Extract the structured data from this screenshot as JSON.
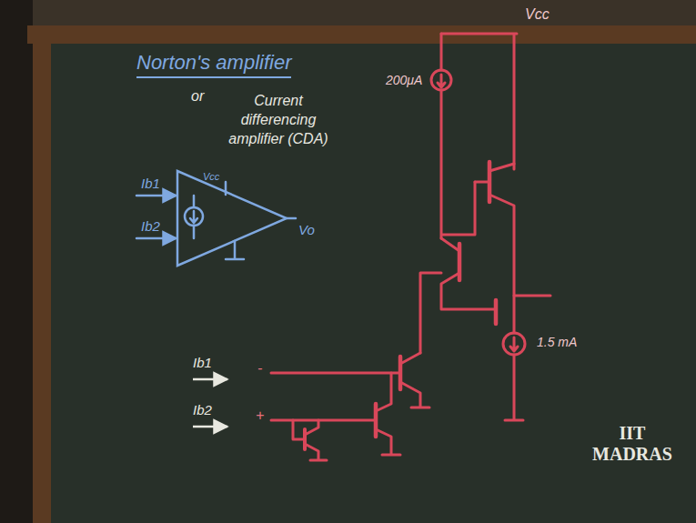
{
  "diagram": {
    "title": "Norton's amplifier",
    "labels": [
      "or",
      "Current differencing amplifier (CDA)",
      "Ib1",
      "Ib2",
      "Vcc",
      "Vo",
      "Vcc",
      "200μA",
      "1.5 mA",
      "Ib1",
      "-",
      "Ib2",
      "+",
      "IIT MADRAS"
    ]
  }
}
